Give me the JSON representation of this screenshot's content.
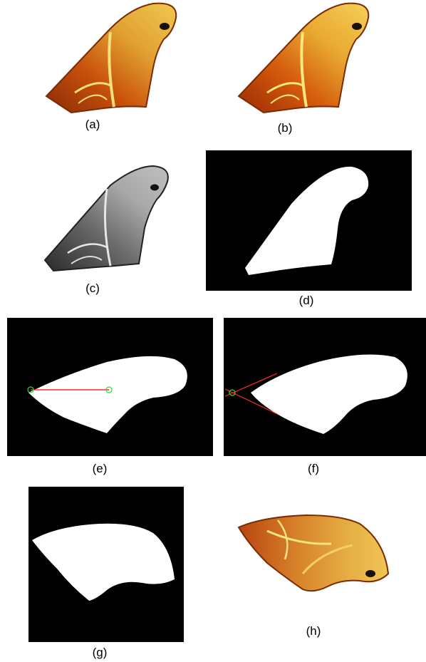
{
  "captions": {
    "a": "(a)",
    "b": "(b)",
    "c": "(c)",
    "d": "(d)",
    "e": "(e)",
    "f": "(f)",
    "g": "(g)",
    "h": "(h)"
  },
  "colors": {
    "wing_orange": "#d88a1a",
    "wing_yellow": "#e8c24a",
    "wing_dark": "#8a3a08",
    "wing_red": "#b23a0a",
    "mask_bg": "#000000",
    "mask_fg": "#ffffff",
    "grey_light": "#c8c8c8",
    "grey_dark": "#3a3a3a",
    "line_red": "#ff2a2a",
    "marker_green": "#2adf2a"
  },
  "panels": [
    {
      "id": "a",
      "kind": "color-wing"
    },
    {
      "id": "b",
      "kind": "color-wing-enhanced"
    },
    {
      "id": "c",
      "kind": "grayscale-wing"
    },
    {
      "id": "d",
      "kind": "binary-mask"
    },
    {
      "id": "e",
      "kind": "mask-with-axis-line"
    },
    {
      "id": "f",
      "kind": "mask-with-tangent-lines"
    },
    {
      "id": "g",
      "kind": "rotated-binary-mask"
    },
    {
      "id": "h",
      "kind": "rotated-color-wing"
    }
  ]
}
